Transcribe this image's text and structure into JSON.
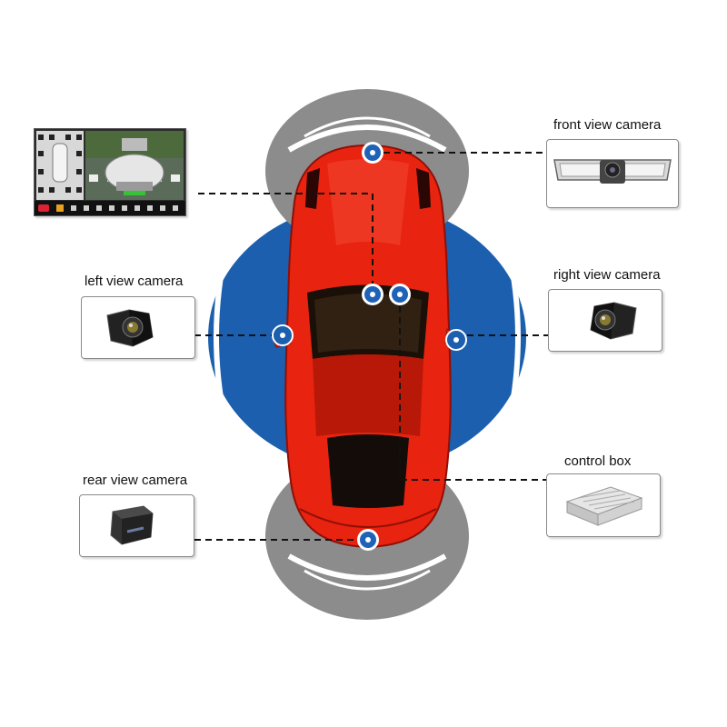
{
  "labels": {
    "front": "front view camera",
    "left": "left view camera",
    "right": "right view camera",
    "rear": "rear view camera",
    "control": "control box"
  },
  "colors": {
    "car_body": "#e8230f",
    "car_dark": "#8f0f06",
    "ring_blue": "#1b5fae",
    "ring_gray": "#8c8c8c",
    "dot_blue": "#1f63b8",
    "line": "#111111"
  },
  "icons": {
    "front": "windshield-camera-icon",
    "left": "fisheye-camera-icon",
    "right": "fisheye-camera-icon",
    "rear": "rear-camera-icon",
    "control": "control-box-icon",
    "monitor": "surround-view-monitor-icon"
  }
}
